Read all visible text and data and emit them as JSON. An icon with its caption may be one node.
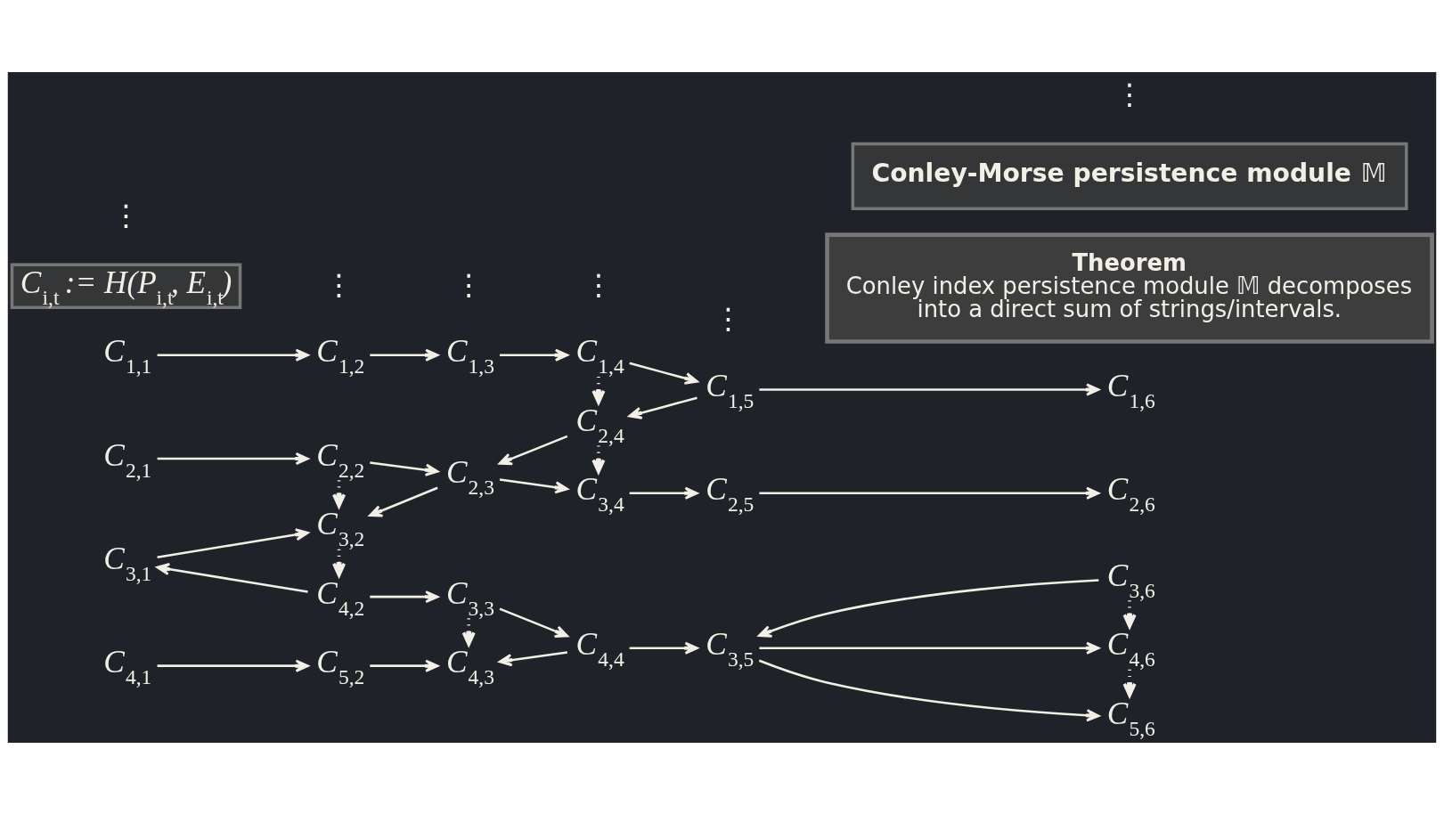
{
  "diagram": {
    "nodes": [
      {
        "text": [
          "C$_{1,1}$"
        ]
      },
      {
        "text": [
          "C$_{1,2}$"
        ]
      },
      {
        "text": [
          "C$_{1,3}$"
        ]
      },
      {
        "text": [
          "C$_{1,4}$"
        ]
      },
      {
        "text": [
          "C$_{1,6}$"
        ]
      },
      {
        "text": [
          "C$_{1,5}$"
        ]
      },
      {
        "text": [
          "C$_{2,1}$"
        ]
      },
      {
        "text": [
          "C$_{2,2}$"
        ]
      },
      {
        "text": [
          "C$_{2,4}$"
        ]
      },
      {
        "text": [
          "C$_{2,6}$"
        ]
      },
      {
        "text": [
          "C$_{2,3}$"
        ]
      },
      {
        "text": [
          "C$_{2,5}$"
        ]
      },
      {
        "text": [
          "C$_{3,1}$"
        ]
      },
      {
        "text": [
          "C$_{3,2}$"
        ]
      },
      {
        "text": [
          "C$_{3,4}$"
        ]
      },
      {
        "text": [
          "C$_{3,6}$"
        ]
      },
      {
        "text": [
          "C$_{4,1}$"
        ]
      },
      {
        "text": [
          "C$_{4,2}$"
        ]
      },
      {
        "text": [
          "C$_{3,3}$"
        ]
      },
      {
        "text": [
          "C$_{4,4}$"
        ]
      },
      {
        "text": [
          "C$_{3,5}$"
        ]
      },
      {
        "text": [
          "C$_{4,6}$"
        ]
      },
      {
        "text": [
          "C$_{5,2}$"
        ]
      },
      {
        "text": [
          "C$_{4,3}$"
        ]
      },
      {
        "text": [
          "C$_{5,6}$"
        ]
      },
      {
        "text": [
          "C$_{i,t}$ := H(P$_{i,t}$, E$_{i,t}$)"
        ]
      },
      {
        "text": [
          "Theorem",
          "Conley index persistence module 𝕄 decomposes into a direct sum of strings/intervals."
        ]
      },
      {
        "text": [
          "**Conley-Morse persistence module** 𝕄"
        ]
      }
    ],
    "edges": [
      {
        "from": 0,
        "to": 1,
        "arrow": "to"
      },
      {
        "from": 1,
        "to": 2,
        "arrow": "to"
      },
      {
        "from": 2,
        "to": 3,
        "arrow": "to"
      },
      {
        "from": 3,
        "to": 5,
        "arrow": "to"
      },
      {
        "from": 5,
        "to": 4,
        "arrow": "to"
      },
      {
        "from": 3,
        "to": 8,
        "arrow": "to",
        "style": "dashed"
      },
      {
        "from": 5,
        "to": 8,
        "arrow": "to"
      },
      {
        "from": 6,
        "to": 7,
        "arrow": "to"
      },
      {
        "from": 7,
        "to": 10,
        "arrow": "to"
      },
      {
        "from": 7,
        "to": 13,
        "arrow": "to",
        "style": "dashed"
      },
      {
        "from": 8,
        "to": 10,
        "arrow": "to"
      },
      {
        "from": 8,
        "to": 14,
        "arrow": "to",
        "style": "dashed"
      },
      {
        "from": 11,
        "to": 9,
        "arrow": "to"
      },
      {
        "from": 10,
        "to": 13,
        "arrow": "to"
      },
      {
        "from": 10,
        "to": 14,
        "arrow": "to"
      },
      {
        "from": 14,
        "to": 11,
        "arrow": "to"
      },
      {
        "from": 12,
        "to": 13,
        "arrow": "to"
      },
      {
        "from": 13,
        "to": 17,
        "arrow": "to",
        "style": "dashed"
      },
      {
        "from": 17,
        "to": 12,
        "arrow": "to"
      },
      {
        "from": 15,
        "to": 20,
        "arrow": "to"
      },
      {
        "from": 15,
        "to": 21,
        "arrow": "to",
        "style": "dashed"
      },
      {
        "from": 17,
        "to": 18,
        "arrow": "to"
      },
      {
        "from": 18,
        "to": 19,
        "arrow": "to"
      },
      {
        "from": 19,
        "to": 20,
        "arrow": "to"
      },
      {
        "from": 20,
        "to": 21,
        "arrow": "to"
      },
      {
        "from": 16,
        "to": 22,
        "arrow": "to"
      },
      {
        "from": 18,
        "to": 23,
        "arrow": "to",
        "style": "dashed"
      },
      {
        "from": 19,
        "to": 23,
        "arrow": "to"
      },
      {
        "from": 20,
        "to": 24,
        "arrow": "to"
      },
      {
        "from": 21,
        "to": 24,
        "arrow": "to",
        "style": "dashed"
      },
      {
        "from": 22,
        "to": 23,
        "arrow": "to"
      }
    ],
    "labels": [
      "⋮",
      "⋮",
      "⋮",
      "⋮",
      "⋮",
      "⋮"
    ]
  }
}
